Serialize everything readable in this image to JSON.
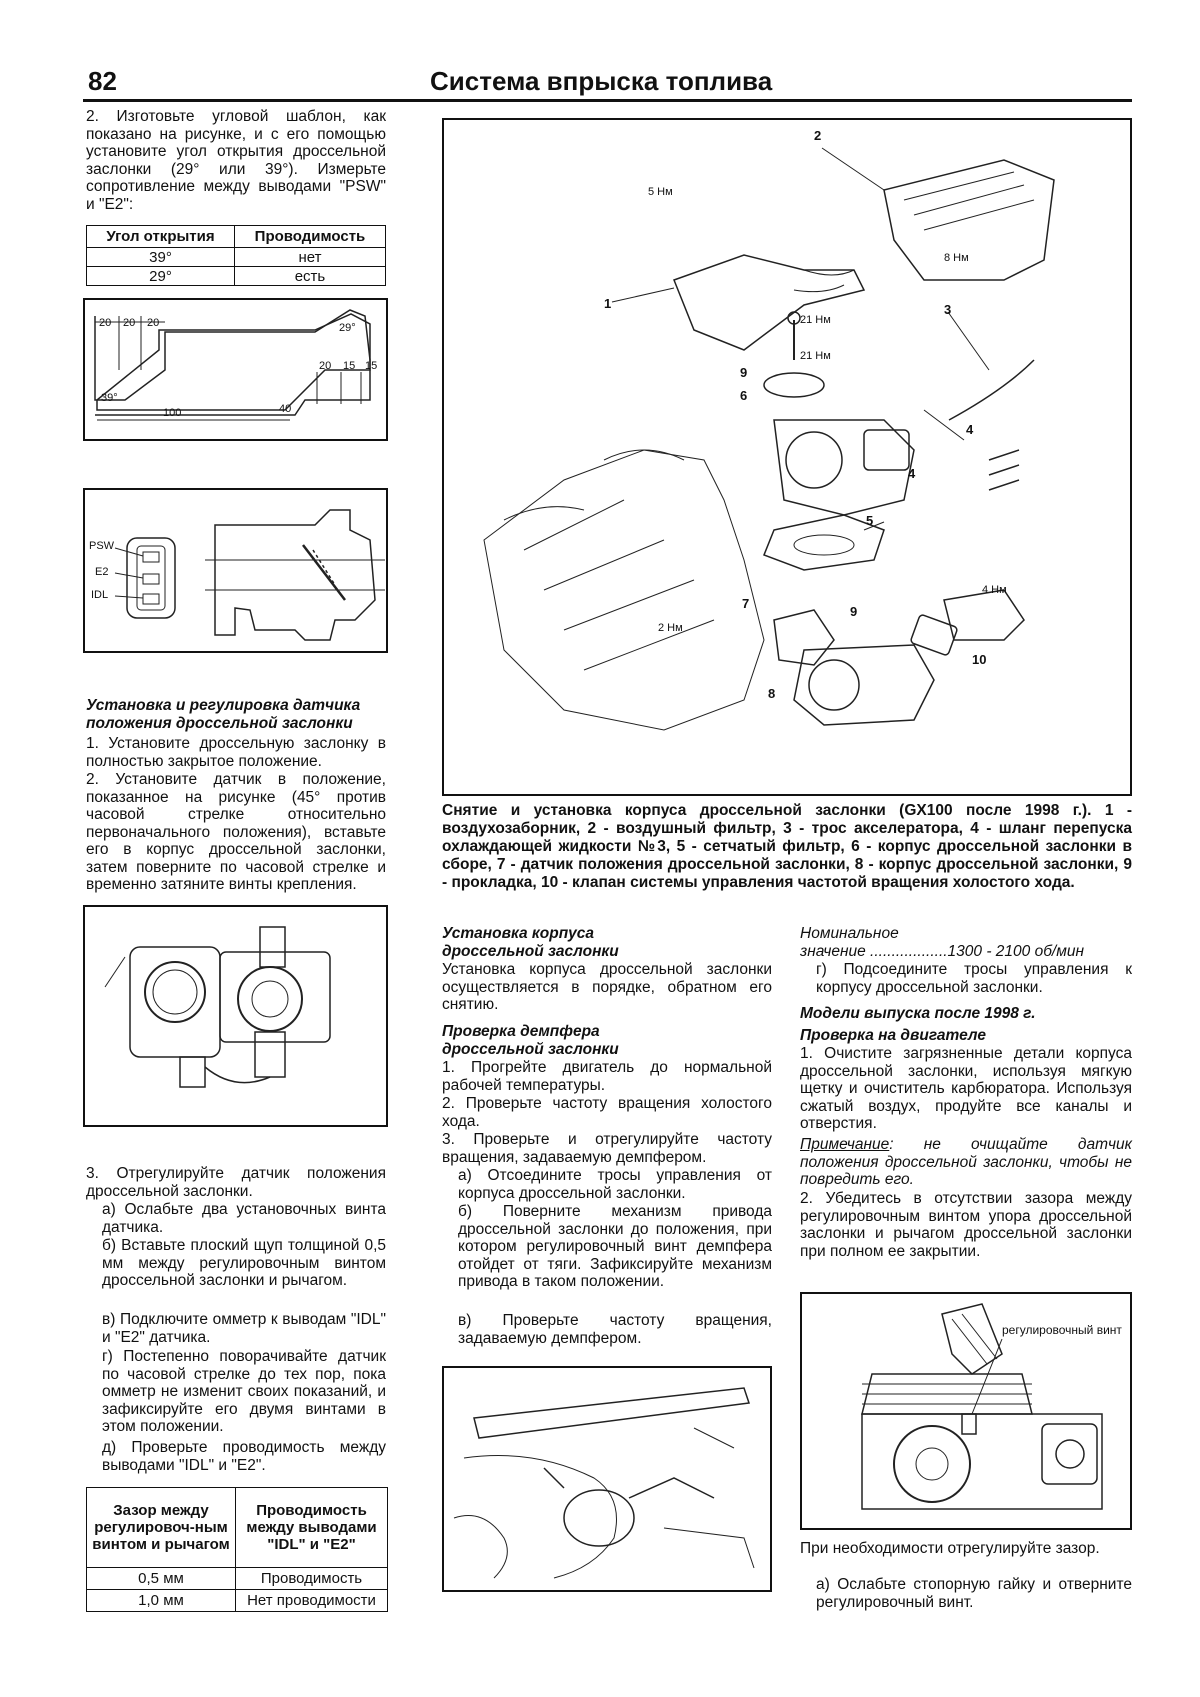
{
  "header": {
    "page_number": "82",
    "title": "Система впрыска топлива"
  },
  "col1": {
    "step2_text": "2. Изготовьте угловой шаблон, как показано на рисунке, и с его помощью установите угол открытия дроссельной заслонки (29° или 39°). Измерьте сопротивление между выводами \"PSW\" и \"E2\":",
    "table1": {
      "headers": [
        "Угол открытия",
        "Проводимость"
      ],
      "rows": [
        [
          "39°",
          "нет"
        ],
        [
          "29°",
          "есть"
        ]
      ]
    },
    "template_dims": {
      "top_a": "20",
      "top_b": "20",
      "top_c": "20",
      "angle_left": "39°",
      "angle_right": "29°",
      "right_a": "20",
      "right_b": "15",
      "right_c": "15",
      "bottom_a": "100",
      "bottom_b": "40"
    },
    "connector_labels": [
      "PSW",
      "E2",
      "IDL"
    ],
    "section_heading": "Установка и регулировка датчика положения дроссельной заслонки",
    "install_steps": [
      "1. Установите дроссельную заслонку в полностью закрытое положение.",
      "2. Установите датчик в положение, показанное на рисунке (45° против часовой стрелке относительно первоначального положения), вставьте его в корпус дроссельной заслонки, затем поверните по часовой стрелке и временно затяните винты крепления."
    ],
    "step3": "3. Отрегулируйте датчик положения дроссельной заслонки.",
    "step3_items": [
      "а) Ослабьте два установочных винта датчика.",
      "б) Вставьте плоский щуп толщиной 0,5 мм между регулировочным винтом дроссельной заслонки и рычагом.",
      "в) Подключите омметр к выводам \"IDL\" и \"E2\" датчика.",
      "г) Постепенно поворачивайте датчик по часовой стрелке до тех пор, пока омметр не изменит своих показаний, и зафиксируйте его двумя винтами в этом положении.",
      "д) Проверьте проводимость между выводами \"IDL\" и \"E2\"."
    ],
    "table2": {
      "headers": [
        "Зазор между регулировоч-ным винтом и рычагом",
        "Проводимость между выводами \"IDL\" и \"E2\""
      ],
      "rows": [
        [
          "0,5 мм",
          "Проводимость"
        ],
        [
          "1,0 мм",
          "Нет проводимости"
        ]
      ]
    }
  },
  "main_figure": {
    "labels": {
      "n1": "1",
      "n2": "2",
      "n3": "3",
      "n4a": "4",
      "n4b": "4",
      "n5": "5",
      "n6": "6",
      "n7": "7",
      "n8": "8",
      "n9a": "9",
      "n9b": "9",
      "n10": "10",
      "t5": "5 Нм",
      "t8": "8 Нм",
      "t21a": "21 Нм",
      "t21b": "21 Нм",
      "t4": "4 Нм",
      "t2": "2 Нм"
    },
    "caption": "Снятие и установка корпуса дроссельной заслонки (GX100 после 1998 г.). 1 - воздухозаборник, 2 - воздушный фильтр, 3 - трос акселератора, 4 - шланг перепуска охлаждающей жидкости №3, 5 - сетчатый фильтр, 6 - корпус дроссельной заслонки в сборе, 7 - датчик положения дроссельной заслонки, 8 - корпус дроссельной заслонки, 9 - прокладка, 10 - клапан системы управления частотой вращения холостого хода."
  },
  "col2": {
    "h_install": "Установка корпуса дроссельной заслонки",
    "install_text": "Установка корпуса дроссельной заслонки осуществляется в порядке, обратном его снятию.",
    "h_damper": "Проверка демпфера дроссельной заслонки",
    "damper_steps": [
      "1. Прогрейте двигатель до нормальной рабочей температуры.",
      "2. Проверьте частоту вращения холостого хода.",
      "3. Проверьте и отрегулируйте частоту вращения, задаваемую демпфером."
    ],
    "damper_items": [
      "а) Отсоедините тросы управления от корпуса дроссельной заслонки.",
      "б) Поверните механизм привода дроссельной заслонки до положения, при котором регулировочный винт демпфера отойдет от тяги. Зафиксируйте механизм привода в таком положении.",
      "в) Проверьте частоту вращения, задаваемую демпфером."
    ]
  },
  "col3": {
    "nominal_label": "Номинальное",
    "nominal_value": "значение ..................1300 - 2100 об/мин",
    "item_g": "г) Подсоедините тросы управления к корпусу дроссельной заслонки.",
    "h_models": "Модели выпуска после 1998 г.",
    "h_engine": "Проверка на двигателе",
    "engine_step1": "1. Очистите загрязненные детали корпуса дроссельной заслонки, используя мягкую щетку и очиститель карбюратора. Используя сжатый воздух, продуйте все каналы и отверстия.",
    "note_label": "Примечание",
    "note_text": ": не очищайте датчик положения дроссельной заслонки, чтобы не повредить его.",
    "engine_step2": "2. Убедитесь в отсутствии зазора между регулировочным винтом упора дроссельной заслонки и рычагом дроссельной заслонки при полном ее закрытии.",
    "fig_label": "регулировочный винт",
    "adjust_text": "При необходимости отрегулируйте зазор.",
    "adjust_item": "а) Ослабьте стопорную гайку и отверните регулировочный винт."
  }
}
